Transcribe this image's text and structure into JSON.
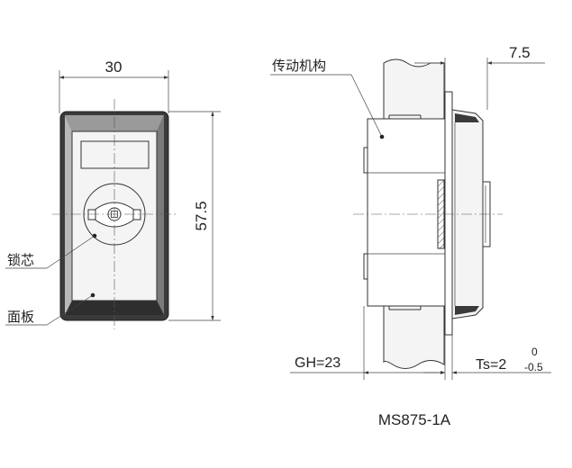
{
  "front_view": {
    "width_dim": "30",
    "height_dim": "57.5",
    "label_lock_core": "锁芯",
    "label_panel": "面板"
  },
  "side_view": {
    "label_mechanism": "传动机构",
    "offset_dim": "7.5",
    "gh_dim": "GH=23",
    "ts_dim": "Ts=2",
    "ts_tol_upper": "0",
    "ts_tol_lower": "-0.5"
  },
  "model": "MS875-1A",
  "colors": {
    "line": "#333333",
    "bezel_dark": "#3a3a3a",
    "bezel_mid": "#8a8a8a",
    "bezel_light": "#c8c8c8",
    "face": "#f4f4f4"
  }
}
